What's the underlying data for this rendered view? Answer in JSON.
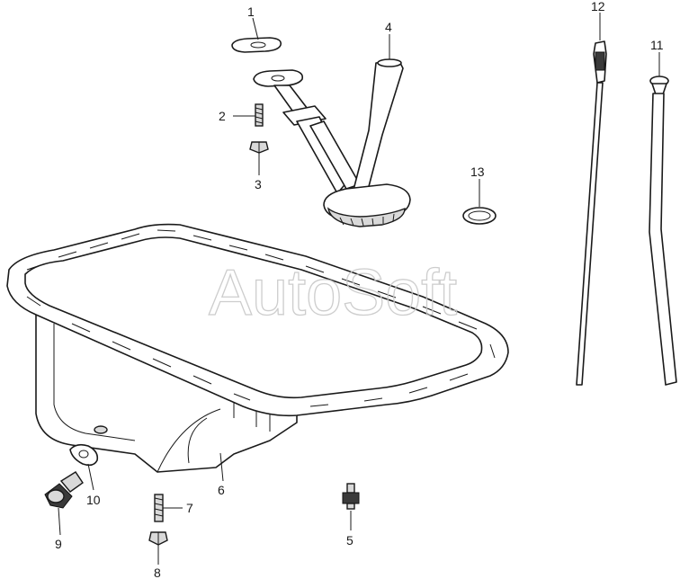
{
  "watermark": "AutoSoft",
  "callouts": {
    "c1": "1",
    "c2": "2",
    "c3": "3",
    "c4": "4",
    "c5": "5",
    "c6": "6",
    "c7": "7",
    "c8": "8",
    "c9": "9",
    "c10": "10",
    "c11": "11",
    "c12": "12",
    "c13": "13"
  }
}
